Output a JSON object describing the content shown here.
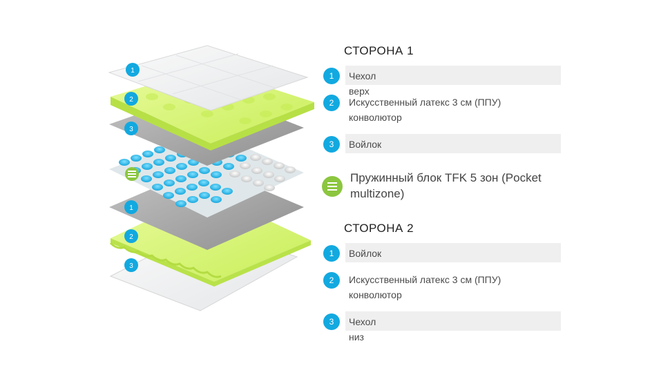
{
  "colors": {
    "accent_blue": "#12a9e0",
    "accent_green": "#8cc63f",
    "row_background": "#efefef",
    "foam_green": "#d8f77c",
    "felt_gray": "#a9a9a9"
  },
  "side1": {
    "title": "СТОРОНА 1",
    "items": [
      {
        "num": "1",
        "label": "Чехол верх"
      },
      {
        "num": "2",
        "label": "Искусственный латекс 3 см (ППУ) конволютор"
      },
      {
        "num": "3",
        "label": "Войлок"
      }
    ]
  },
  "spring_block": {
    "icon": "spring-block-icon",
    "label": "Пружинный блок TFK 5 зон (Pocket multizone)"
  },
  "side2": {
    "title": "СТОРОНА 2",
    "items": [
      {
        "num": "1",
        "label": "Войлок"
      },
      {
        "num": "2",
        "label": "Искусственный латекс 3 см (ППУ) конволютор"
      },
      {
        "num": "3",
        "label": "Чехол низ"
      }
    ]
  },
  "illustration": {
    "markers_top": [
      "1",
      "2",
      "3"
    ],
    "markers_bottom": [
      "1",
      "2",
      "3"
    ]
  }
}
